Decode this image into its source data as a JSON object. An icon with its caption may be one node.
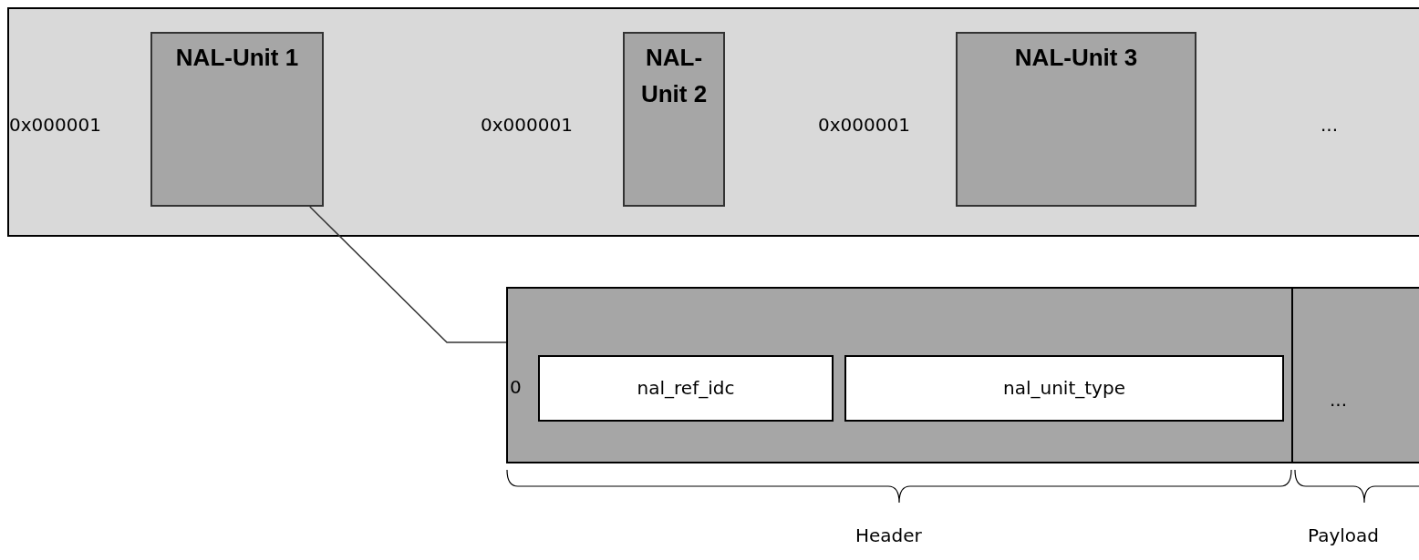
{
  "diagram": {
    "nodes": [
      {
        "text": [],
        "shape": "box"
      },
      {
        "text": [
          "NAL-Unit 1"
        ],
        "in": 0
      },
      {
        "text": [
          "NAL- Unit 2"
        ],
        "in": 0
      },
      {
        "text": [
          "NAL-Unit 3"
        ],
        "in": 0
      },
      {
        "text": [],
        "shape": "box"
      },
      {
        "text": [
          "..."
        ]
      },
      {
        "text": [
          "nal_ref_idc"
        ],
        "in": 4
      },
      {
        "text": [
          "nal_unit_type"
        ],
        "in": 4
      }
    ],
    "edges": [
      {
        "from": 1,
        "to": 4,
        "arrow": "none"
      }
    ],
    "labels": [
      "0x000001",
      "0x000001",
      "0x000001",
      "...",
      "0",
      "Header",
      "Payload"
    ]
  }
}
